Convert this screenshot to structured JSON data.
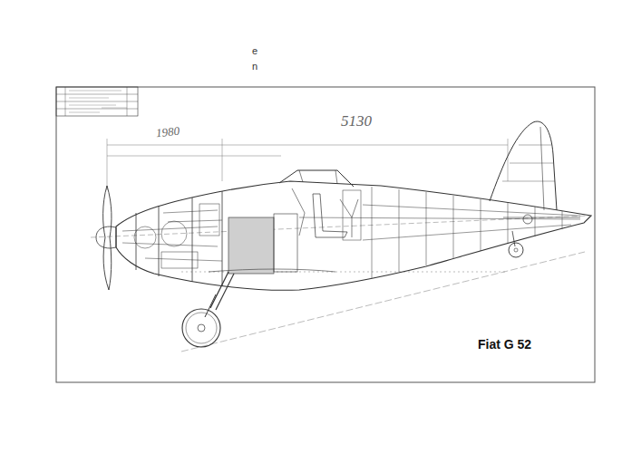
{
  "diagram": {
    "title": "Fiat G 52",
    "labels": [
      "e",
      "n",
      "1980",
      "5130"
    ]
  }
}
